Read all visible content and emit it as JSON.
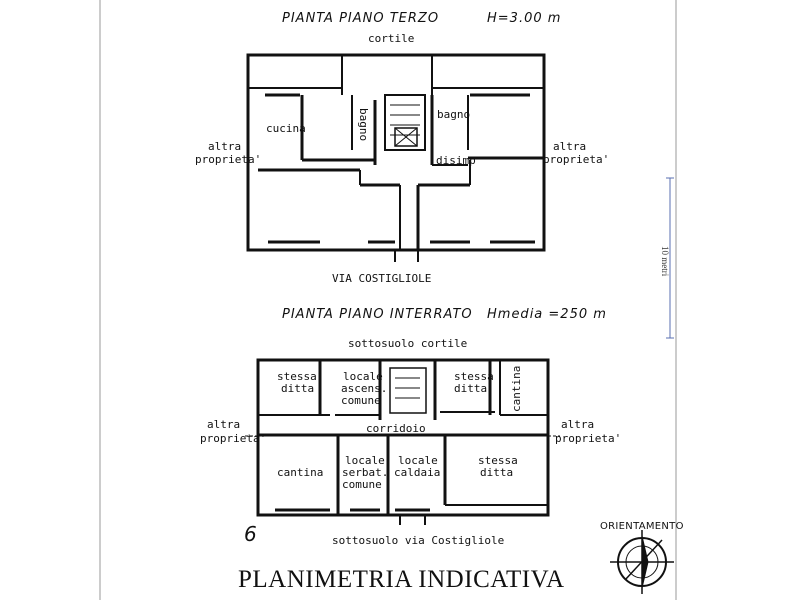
{
  "plans": {
    "upper": {
      "title": "PIANTA PIANO TERZO",
      "height": "H=3.00 m",
      "top_label": "cortile",
      "bottom_label": "VIA COSTIGLIOLE",
      "left_label_1": "altra",
      "left_label_2": "proprieta'",
      "right_label_1": "altra",
      "right_label_2": "proprieta'",
      "rooms": {
        "cucina": "cucina",
        "bagno_left": "bagno",
        "bagno_right": "bagno",
        "disimp": "disimp"
      }
    },
    "lower": {
      "title": "PIANTA PIANO INTERRATO",
      "height": "Hmedia =250 m",
      "top_label": "sottosuolo cortile",
      "bottom_label": "sottosuolo via Costigliole",
      "left_label_1": "altra",
      "left_label_2": "proprieta'",
      "right_label_1": "altra",
      "right_label_2": "proprieta'",
      "rooms": {
        "stessa_ditta_1_a": "stessa",
        "stessa_ditta_1_b": "ditta",
        "locale_ascens_a": "locale",
        "locale_ascens_b": "ascens.",
        "locale_ascens_c": "comune",
        "stessa_ditta_2_a": "stessa",
        "stessa_ditta_2_b": "ditta",
        "cantina_top": "cantina",
        "corridoio": "corridoio",
        "cantina": "cantina",
        "locale_serbat_a": "locale",
        "locale_serbat_b": "serbat.",
        "locale_serbat_c": "comune",
        "locale_caldaia_a": "locale",
        "locale_caldaia_b": "caldaia",
        "stessa_ditta_3_a": "stessa",
        "stessa_ditta_3_b": "ditta"
      }
    }
  },
  "footer": {
    "title": "PLANIMETRIA INDICATIVA",
    "page_number": "6",
    "orientation_label": "ORIENTAMENTO"
  },
  "scale_label": "10 metri"
}
